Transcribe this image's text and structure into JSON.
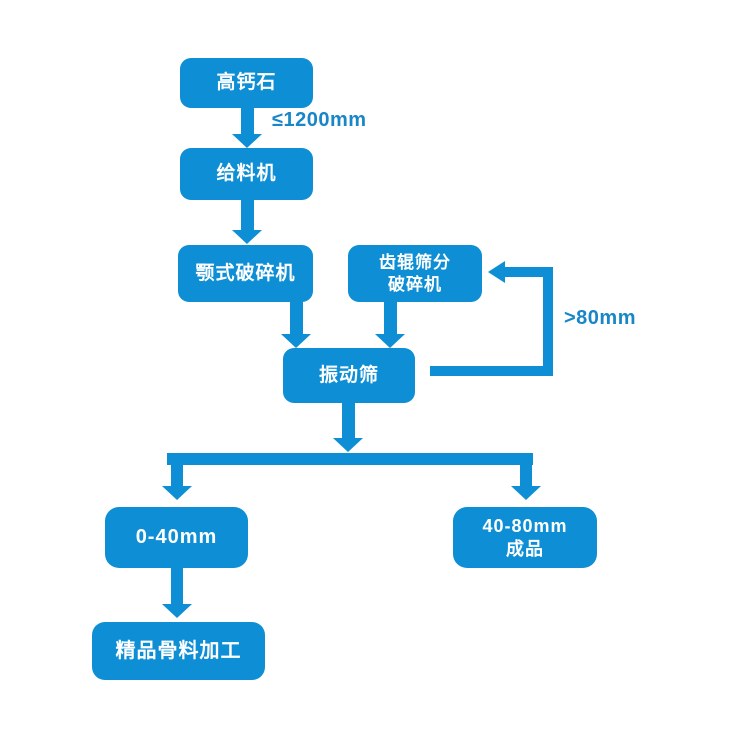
{
  "diagram": {
    "type": "flowchart",
    "accent_color": "#0e8fd5",
    "edge_label_color": "#1886c7",
    "background_color": "#ffffff",
    "nodes": {
      "high_calcium_stone": "高钙石",
      "feeder": "给料机",
      "jaw_crusher": "颚式破碎机",
      "tooth_roller_screening_crusher": "齿辊筛分\n破碎机",
      "vibrating_screen": "振动筛",
      "size_0_40": "0-40mm",
      "size_40_80_product": "40-80mm\n成品",
      "fine_aggregate_processing": "精品骨料加工"
    },
    "edge_labels": {
      "feed_size": "≤1200mm",
      "oversize_return": ">80mm"
    },
    "edges": [
      {
        "from": "high_calcium_stone",
        "to": "feeder",
        "label": "≤1200mm"
      },
      {
        "from": "feeder",
        "to": "jaw_crusher",
        "label": ""
      },
      {
        "from": "jaw_crusher",
        "to": "vibrating_screen",
        "label": ""
      },
      {
        "from": "tooth_roller_screening_crusher",
        "to": "vibrating_screen",
        "label": ""
      },
      {
        "from": "vibrating_screen",
        "to": "tooth_roller_screening_crusher",
        "label": ">80mm"
      },
      {
        "from": "vibrating_screen",
        "to": "size_0_40",
        "label": ""
      },
      {
        "from": "vibrating_screen",
        "to": "size_40_80_product",
        "label": ""
      },
      {
        "from": "size_0_40",
        "to": "fine_aggregate_processing",
        "label": ""
      }
    ]
  }
}
